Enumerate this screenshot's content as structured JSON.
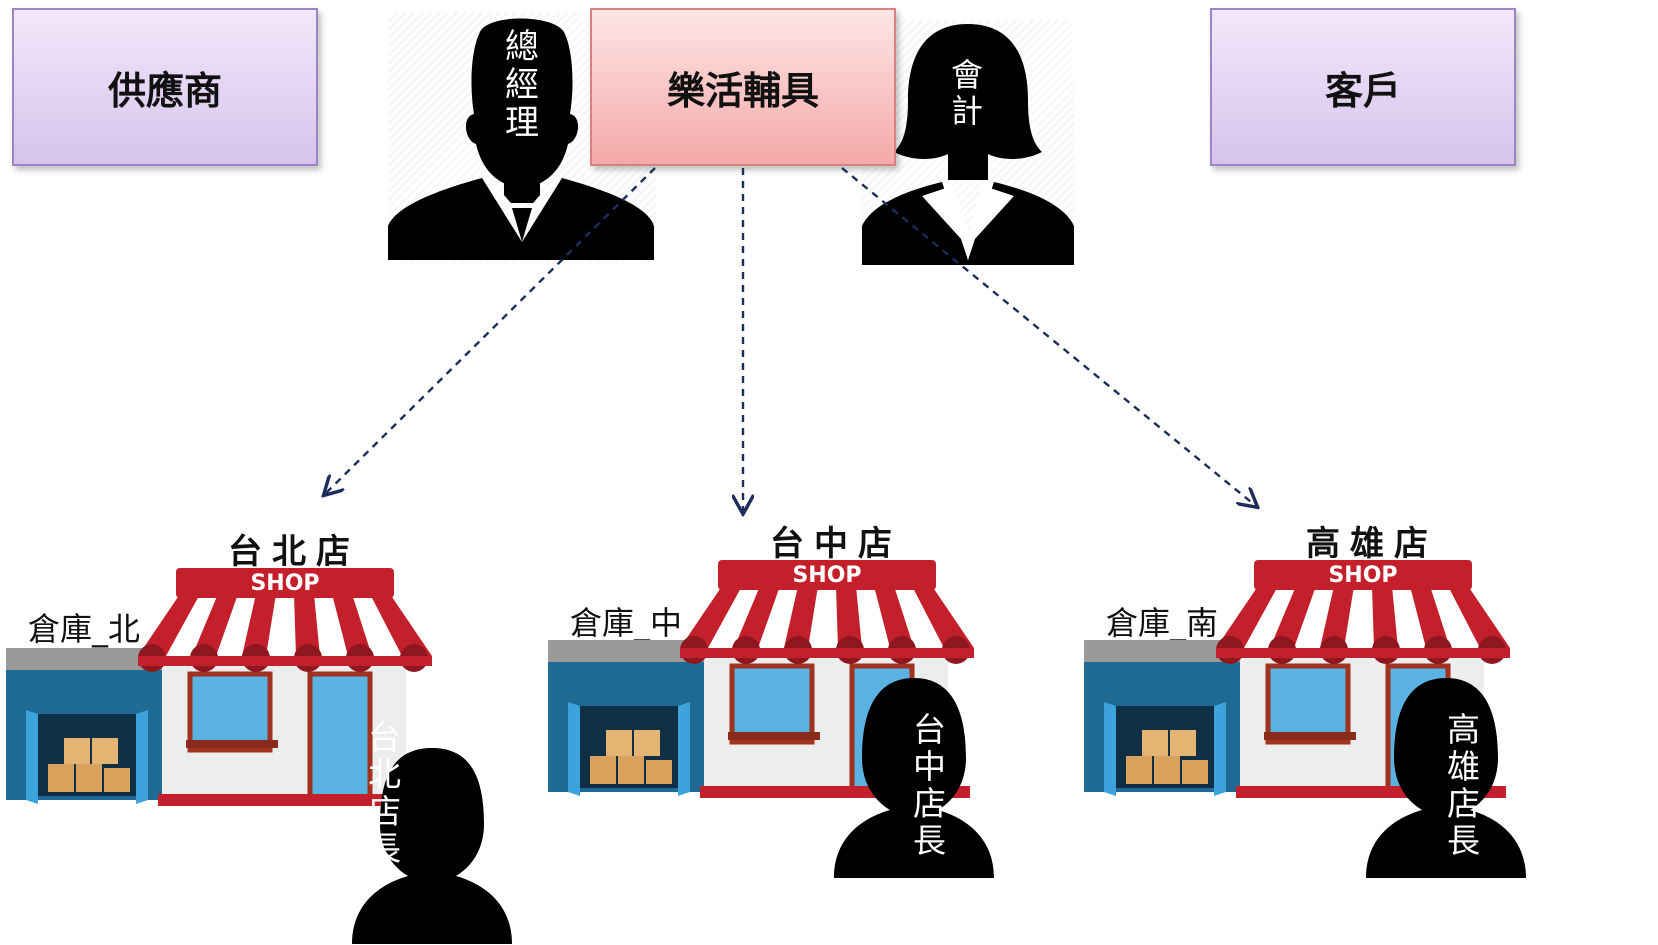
{
  "boxes": {
    "supplier": "供應商",
    "company": "樂活輔具",
    "customer": "客戶"
  },
  "people": {
    "gm": [
      "總",
      "經",
      "理"
    ],
    "accountant": [
      "會",
      "計"
    ]
  },
  "stores": [
    {
      "title": "台北店",
      "warehouse": "倉庫_北",
      "sign": "SHOP",
      "manager": [
        "台",
        "北",
        "店",
        "長"
      ]
    },
    {
      "title": "台中店",
      "warehouse": "倉庫_中",
      "sign": "SHOP",
      "manager": [
        "台",
        "中",
        "店",
        "長"
      ]
    },
    {
      "title": "高雄店",
      "warehouse": "倉庫_南",
      "sign": "SHOP",
      "manager": [
        "高",
        "雄",
        "店",
        "長"
      ]
    }
  ],
  "colors": {
    "arrow": "#1f2d5a",
    "awning_red": "#c4202b",
    "warehouse_blue": "#1f6b96",
    "silhouette": "#000000"
  }
}
